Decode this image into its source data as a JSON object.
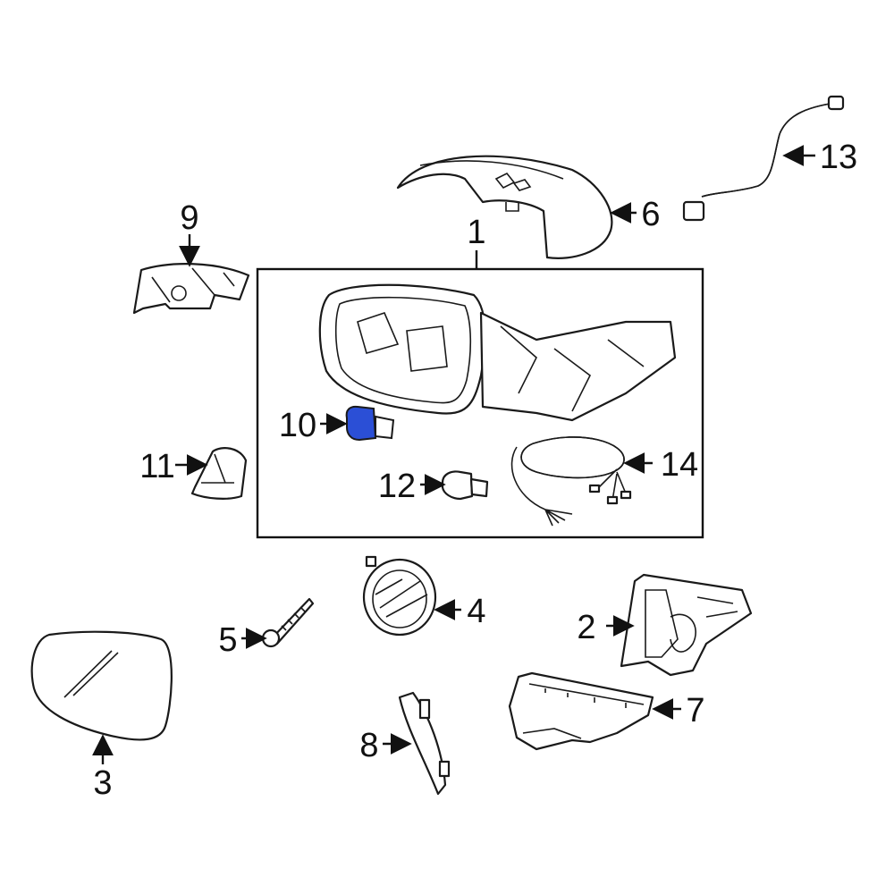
{
  "diagram": {
    "highlight_color": "#2b4fd6",
    "assembly_box": {
      "label": "1"
    },
    "parts": [
      {
        "id": "p1",
        "label": "1"
      },
      {
        "id": "p2",
        "label": "2"
      },
      {
        "id": "p3",
        "label": "3"
      },
      {
        "id": "p4",
        "label": "4"
      },
      {
        "id": "p5",
        "label": "5"
      },
      {
        "id": "p6",
        "label": "6"
      },
      {
        "id": "p7",
        "label": "7"
      },
      {
        "id": "p8",
        "label": "8"
      },
      {
        "id": "p9",
        "label": "9"
      },
      {
        "id": "p10",
        "label": "10",
        "highlighted": true
      },
      {
        "id": "p11",
        "label": "11"
      },
      {
        "id": "p12",
        "label": "12"
      },
      {
        "id": "p13",
        "label": "13"
      },
      {
        "id": "p14",
        "label": "14"
      }
    ]
  }
}
